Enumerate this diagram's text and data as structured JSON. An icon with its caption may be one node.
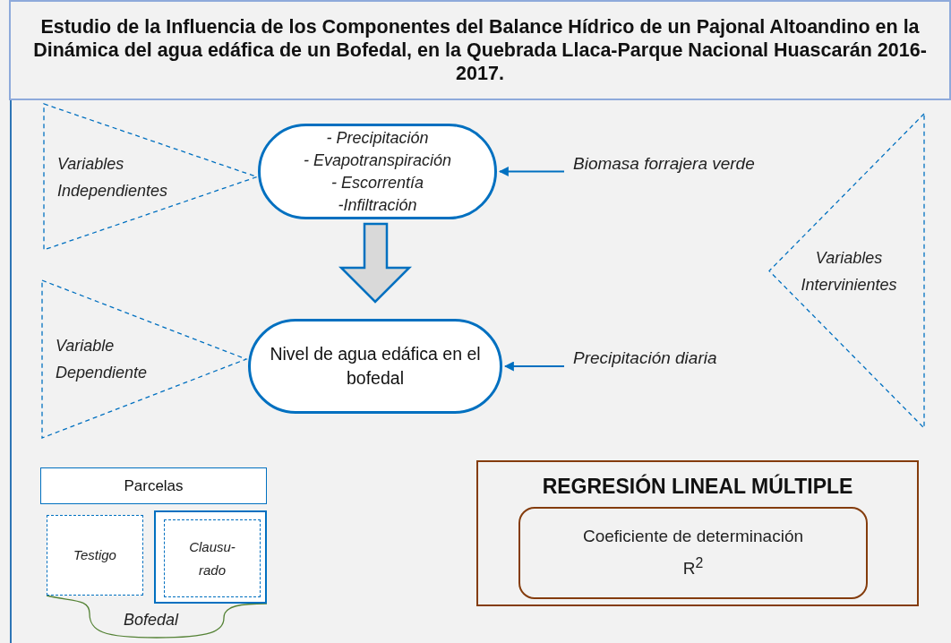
{
  "diagram": {
    "title": "Estudio de la Influencia de los Componentes del Balance Hídrico de un Pajonal Altoandino en la Dinámica del agua edáfica de un Bofedal, en la Quebrada Llaca-Parque Nacional Huascarán 2016-2017.",
    "nodes": [
      {
        "text": [
          "Variables Independientes"
        ]
      },
      {
        "text": [
          "- Precipitación",
          "- Evapotranspiración",
          "- Escorrentía",
          "-Infiltración"
        ]
      },
      {
        "text": [
          "Biomasa forrajera verde"
        ]
      },
      {
        "text": [
          "Variable Dependiente"
        ]
      },
      {
        "text": [
          "Nivel de agua edáfica en el bofedal"
        ]
      },
      {
        "text": [
          "Precipitación diaria"
        ]
      },
      {
        "text": [
          "Variables Intervinientes"
        ]
      },
      {
        "text": [
          "Parcelas"
        ]
      },
      {
        "text": [
          "Testigo"
        ]
      },
      {
        "text": [],
        "shape": "box"
      },
      {
        "text": [
          "Clausu- rado"
        ],
        "in": 9
      },
      {
        "text": [
          "REGRESIÓN LINEAL MÚLTIPLE"
        ]
      },
      {
        "text": [
          "Coeficiente de determinación R$^{2}$"
        ],
        "in": 11
      }
    ],
    "edges": [
      {
        "from": 2,
        "to": 1,
        "arrow": "to"
      },
      {
        "from": 1,
        "to": 4,
        "arrow": "to",
        "style": "thick"
      },
      {
        "from": 5,
        "to": 4,
        "arrow": "to"
      }
    ],
    "labels": [
      "Bofedal"
    ]
  }
}
